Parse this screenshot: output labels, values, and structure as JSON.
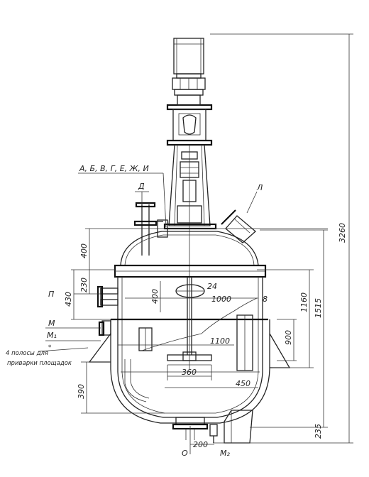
{
  "labels": {
    "nozzles": "А, Б, В, Г, Е, Ж, И",
    "d": "Д",
    "l": "Л",
    "p": "П",
    "m": "М",
    "m1": "М₁",
    "o": "О",
    "m2": "М₂",
    "note_line1": "4 полосы для",
    "note_asterisk": "*",
    "note_line2": "приварки площадок"
  },
  "dimensions": {
    "d3260": "3260",
    "d400_top": "400",
    "d230": "230",
    "d430": "430",
    "d400_mid": "400",
    "d24": "24",
    "d1000": "1000",
    "d8": "8",
    "d1160": "1160",
    "d1515": "1515",
    "d900": "900",
    "d1100": "1100",
    "d360": "360",
    "d450": "450",
    "d390": "390",
    "d235": "235",
    "d200": "200"
  }
}
